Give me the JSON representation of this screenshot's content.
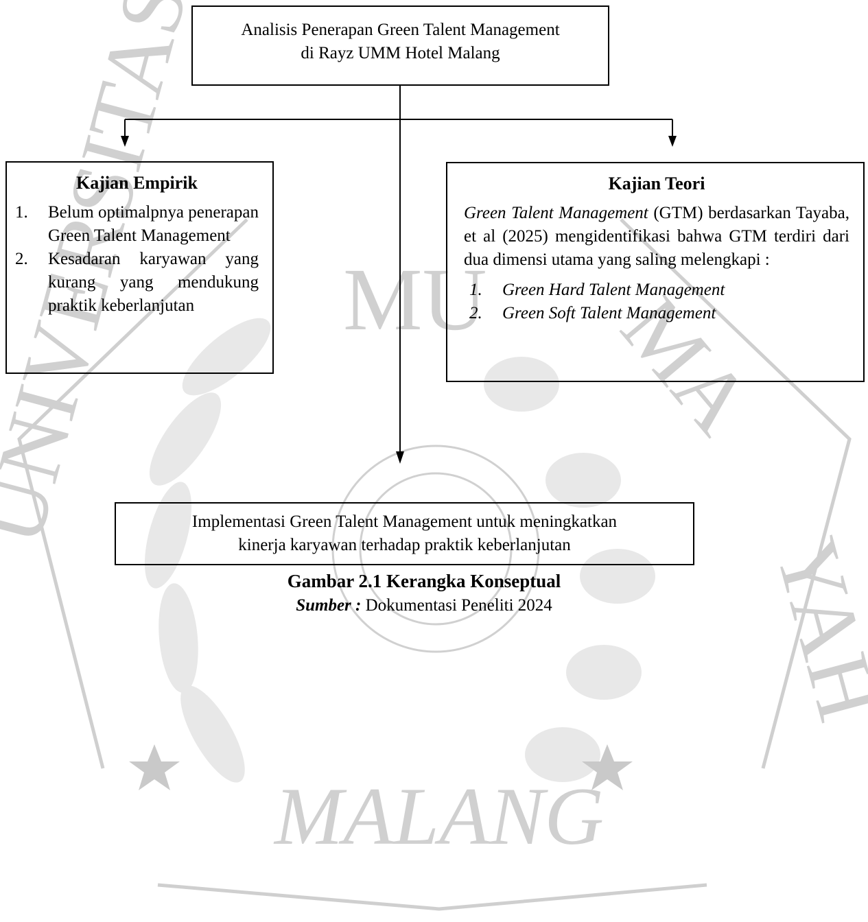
{
  "top_box": {
    "line1": "Analisis Penerapan Green Talent Management",
    "line2": "di Rayz UMM Hotel Malang"
  },
  "left_box": {
    "title": "Kajian Empirik",
    "items": [
      {
        "num": "1.",
        "text": "Belum optimalpnya penerapan Green Talent Management"
      },
      {
        "num": "2.",
        "text": "Kesadaran karyawan yang kurang yang mendukung praktik keberlanjutan"
      }
    ]
  },
  "right_box": {
    "title": "Kajian Teori",
    "intro_italic": "Green Talent Management",
    "intro_rest": " (GTM) berdasarkan Tayaba, et al (2025) mengidentifikasi bahwa GTM terdiri dari dua dimensi utama yang saling melengkapi :",
    "items": [
      {
        "num": "1.",
        "text": "Green Hard Talent Management"
      },
      {
        "num": "2.",
        "text": "Green Soft Talent Management"
      }
    ]
  },
  "bottom_box": {
    "line1": "Implementasi Green Talent Management untuk meningkatkan",
    "line2": "kinerja karyawan terhadap praktik keberlanjutan"
  },
  "caption": {
    "title": "Gambar 2.1 Kerangka Konseptual",
    "source_label": "Sumber :",
    "source_text": " Dokumentasi Peneliti 2024"
  },
  "watermark": {
    "text_left": "UNIVERSITAS",
    "text_center": "MU",
    "text_right": "YAH",
    "text_right_top": "MA",
    "text_bottom": "MALANG",
    "color": "#c8c8c8"
  }
}
